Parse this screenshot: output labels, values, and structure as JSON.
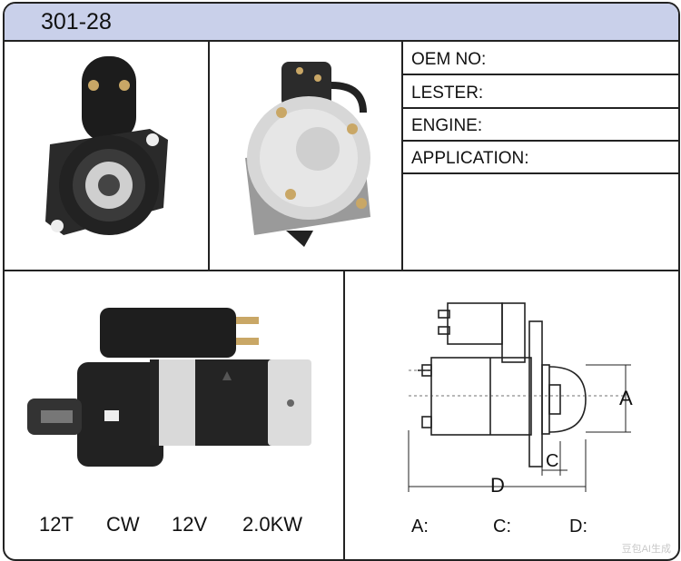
{
  "header": {
    "part_number": "301-28"
  },
  "info_fields": [
    {
      "label": "OEM NO:"
    },
    {
      "label": "LESTER:"
    },
    {
      "label": "ENGINE:"
    },
    {
      "label": "APPLICATION:"
    }
  ],
  "specs": {
    "teeth": "12T",
    "rotation": "CW",
    "voltage": "12V",
    "power": "2.0KW"
  },
  "dimensions": {
    "a": "A:",
    "c": "C:",
    "d": "D:"
  },
  "diagram_labels": {
    "a": "A",
    "c": "C",
    "d": "D"
  },
  "watermark": "豆包AI生成"
}
